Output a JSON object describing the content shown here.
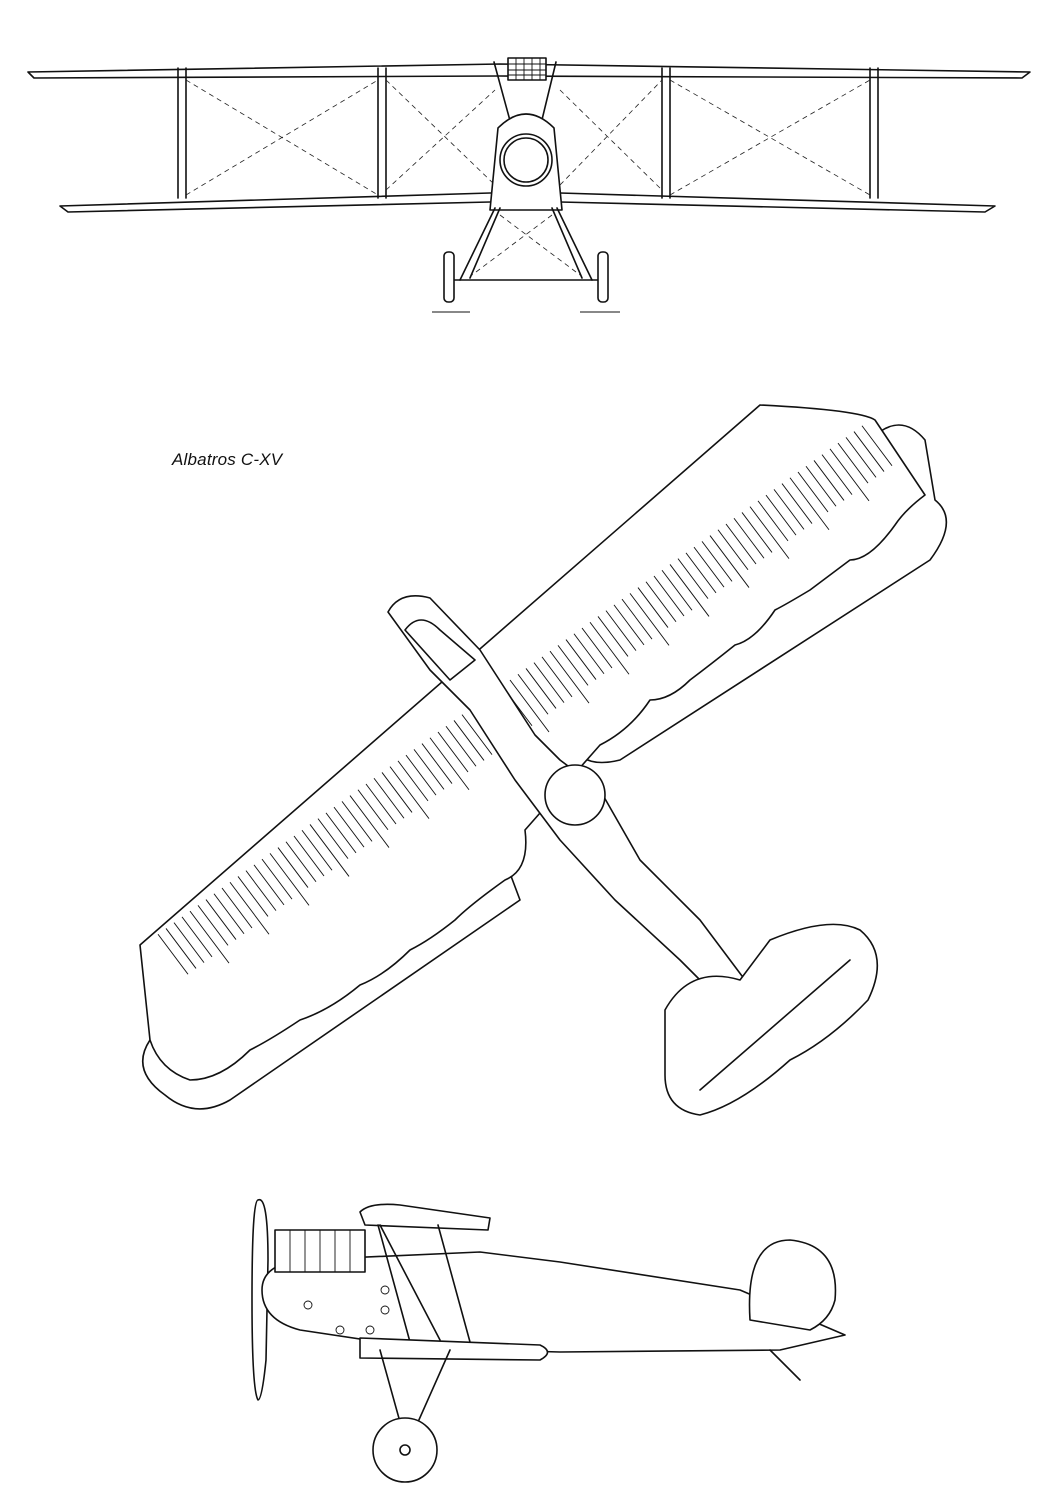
{
  "caption": "Albatros C-XV",
  "views": [
    "front-view",
    "plan-view",
    "side-view"
  ],
  "colors": {
    "ink": "#111111",
    "paper": "#ffffff"
  }
}
